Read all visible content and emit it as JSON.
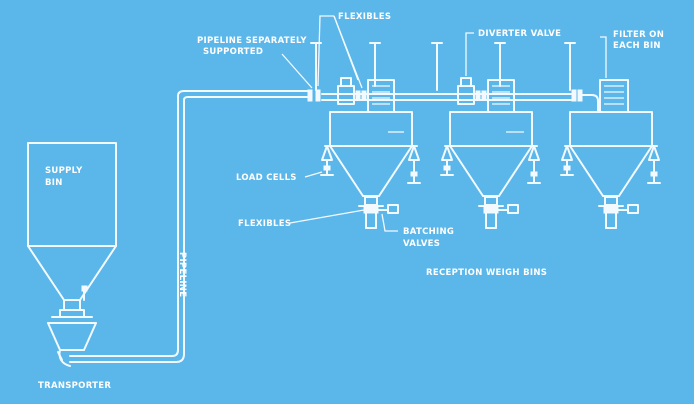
{
  "colors": {
    "background": "#5BB6EA",
    "ink": "#F2FAFF"
  },
  "labels": {
    "supply_bin_line1": "SUPPLY",
    "supply_bin_line2": "BIN",
    "transporter": "TRANSPORTER",
    "pipeline": "PIPELINE",
    "pipeline_supported_line1": "PIPELINE SEPARATELY",
    "pipeline_supported_line2": "SUPPORTED",
    "flexibles_top": "FLEXIBLES",
    "diverter_valve": "DIVERTER VALVE",
    "filter_line1": "FILTER ON",
    "filter_line2": "EACH BIN",
    "load_cells": "LOAD CELLS",
    "flexibles_bottom": "FLEXIBLES",
    "batching_line1": "BATCHING",
    "batching_line2": "VALVES",
    "reception": "RECEPTION WEIGH BINS"
  }
}
